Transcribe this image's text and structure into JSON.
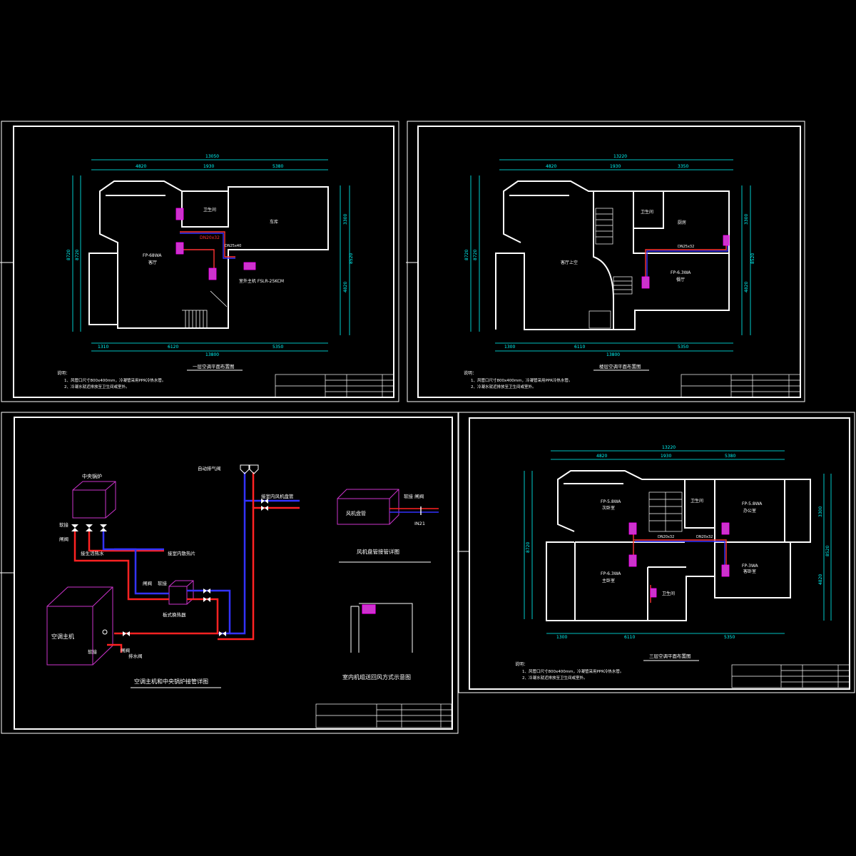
{
  "sheet1": {
    "title": "一层空调平面布置图",
    "dims_top": [
      "13050",
      "4820",
      "1930",
      "5380"
    ],
    "dims_bottom": [
      "1310",
      "6120",
      "13800",
      "5350"
    ],
    "dims_left": [
      "8720",
      "8720"
    ],
    "dims_right": [
      "3300",
      "8520",
      "4820"
    ],
    "rooms": {
      "bath": "卫生间",
      "kitchen": "车库",
      "living": "客厅",
      "unit": "FP-68WA",
      "outdoor": "室外主机 FSLR-25KCM"
    },
    "pipes": [
      "DN20x32",
      "DN25x40"
    ],
    "notes": [
      "说明：",
      "1、风管口尺寸800x400mm，冷凝管采用PPR冷热水管。",
      "2、冷凝水就近排放至卫生间或室外。"
    ]
  },
  "sheet2": {
    "title": "楼层空调平面布置图",
    "dims_top": [
      "13220",
      "4820",
      "1930",
      "3350"
    ],
    "dims_bottom": [
      "1300",
      "6110",
      "13800",
      "5350"
    ],
    "dims_left": [
      "8720",
      "8720"
    ],
    "dims_right": [
      "3300",
      "8520",
      "4820"
    ],
    "rooms": {
      "bath": "卫生间",
      "kitchen": "厨房",
      "living": "客厅上空",
      "dining": "餐厅",
      "unit": "FP-6.3WA"
    },
    "pipes": [
      "DN25x32"
    ],
    "notes": [
      "说明：",
      "1、风管口尺寸800x400mm，冷凝管采用PPR冷热水管。",
      "2、冷凝水就近排放至卫生间或室外。"
    ]
  },
  "sheet3": {
    "boiler": "中央锅炉",
    "host": "空调主机",
    "exchanger": "板式换热器",
    "auto_vent": "自动排气阀",
    "to_fcu": "接室内风机盘管",
    "to_radiator": "接室内散热片",
    "dhw": "接生活热水",
    "soft": "软接",
    "valve": "闸阀",
    "drain": "排水阀",
    "fcu": "风机盘管",
    "fcu_soft": "软接 闸阀",
    "in": "IN21",
    "title_main": "空调主机和中央锅炉接管详图",
    "title_fcu": "风机盘管接管详图",
    "title_supply": "室内机组送回风方式示意图"
  },
  "sheet4": {
    "title": "三层空调平面布置图",
    "dims_top": [
      "13220",
      "4820",
      "1930",
      "5380"
    ],
    "dims_bottom": [
      "1300",
      "6110",
      "5350"
    ],
    "dims_left": [
      "8720"
    ],
    "dims_right": [
      "3300",
      "8520",
      "4820"
    ],
    "rooms": {
      "bath1": "卫生间",
      "bath2": "卫生间",
      "r1": "次卧室",
      "r2": "办公室",
      "r3": "主卧室",
      "r4": "客卧室"
    },
    "units": [
      "FP-5.8WA",
      "FP-5.8WA",
      "FP-6.3WA",
      "FP-3WA"
    ],
    "pipes": [
      "DN20x32",
      "DN20x32"
    ],
    "notes": [
      "说明：",
      "1、风管口尺寸800x400mm，冷凝管采用PPR冷热水管。",
      "2、冷凝水就近排放至卫生间或室外。"
    ]
  }
}
